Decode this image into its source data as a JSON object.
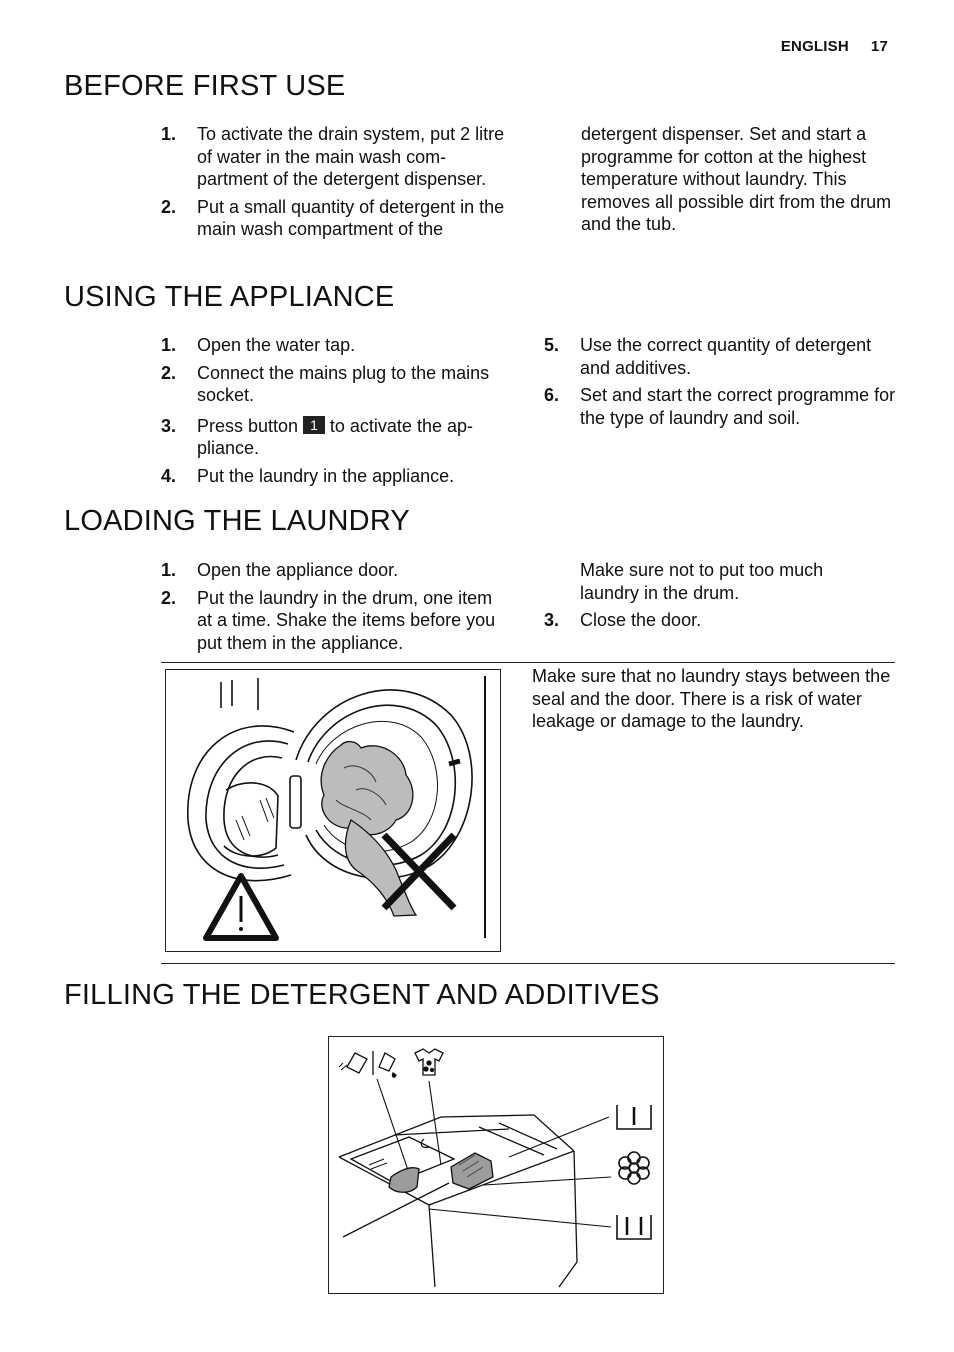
{
  "header": {
    "language": "ENGLISH",
    "page_number": "17"
  },
  "sections": {
    "before_first_use": {
      "title": "BEFORE FIRST USE",
      "steps": [
        {
          "num": "1.",
          "text": "To activate the drain system, put 2 litre of water in the main wash com­partment of the detergent dispens­er."
        },
        {
          "num": "2.",
          "text": "Put a small quantity of detergent in the main wash compartment of the detergent dispenser. Set and start a programme for cotton at the highest temperature without laun­dry. This removes all possible dirt from the drum and the tub."
        }
      ]
    },
    "using_the_appliance": {
      "title": "USING THE APPLIANCE",
      "steps": [
        {
          "num": "1.",
          "text": "Open the water tap."
        },
        {
          "num": "2.",
          "text": "Connect the mains plug to the mains socket."
        },
        {
          "num": "3.",
          "text_before": "Press button",
          "button_label": "1",
          "text_after": "to activate the ap­pliance."
        },
        {
          "num": "4.",
          "text": "Put the laundry in the appliance."
        },
        {
          "num": "5.",
          "text": "Use the correct quantity of deter­gent and additives."
        },
        {
          "num": "6.",
          "text": "Set and start the correct pro­gramme for the type of laundry and soil."
        }
      ]
    },
    "loading_the_laundry": {
      "title": "LOADING THE LAUNDRY",
      "steps": [
        {
          "num": "1.",
          "text": "Open the appliance door."
        },
        {
          "num": "2.",
          "text": "Put the laundry in the drum, one item at a time. Shake the items be­fore you put them in the appliance."
        },
        {
          "num": "",
          "text": "Make sure not to put too much laundry in the drum."
        },
        {
          "num": "3.",
          "text": "Close the door."
        }
      ],
      "warning": "Make sure that no laundry stays be­tween the seal and the door. There is a risk of water leakage or damage to the laundry."
    },
    "filling_detergent": {
      "title": "FILLING THE DETERGENT AND ADDITIVES"
    }
  },
  "colors": {
    "text": "#111111",
    "rule": "#222222",
    "fill_gray": "#bcbcbc"
  }
}
